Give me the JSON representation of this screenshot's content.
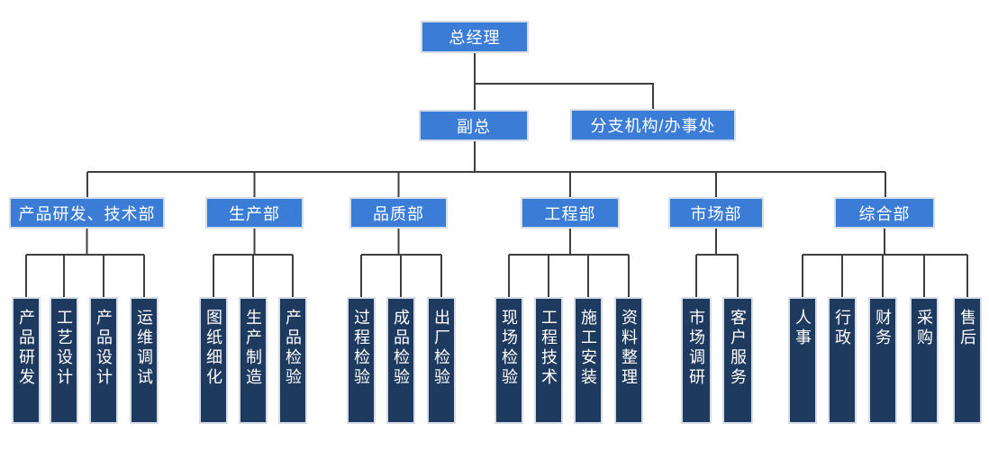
{
  "org": {
    "root": "总经理",
    "deputy": "副总",
    "branch": "分支机构/办事处",
    "departments": [
      {
        "label": "产品研发、技术部",
        "children": [
          "产品研发",
          "工艺设计",
          "产品设计",
          "运维调试"
        ]
      },
      {
        "label": "生产部",
        "children": [
          "图纸细化",
          "生产制造",
          "产品检验"
        ]
      },
      {
        "label": "品质部",
        "children": [
          "过程检验",
          "成品检验",
          "出厂检验"
        ]
      },
      {
        "label": "工程部",
        "children": [
          "现场检验",
          "工程技术",
          "施工安装",
          "资料整理"
        ]
      },
      {
        "label": "市场部",
        "children": [
          "市场调研",
          "客户服务"
        ]
      },
      {
        "label": "综合部",
        "children": [
          "人事",
          "行政",
          "财务",
          "采购",
          "售后"
        ]
      }
    ],
    "colors": {
      "level_box_blue": "#3b7cd6",
      "leaf_box_navy": "#1f3a5f",
      "connector_line": "#3f3f3f",
      "box_border": "#d7dde6"
    }
  }
}
